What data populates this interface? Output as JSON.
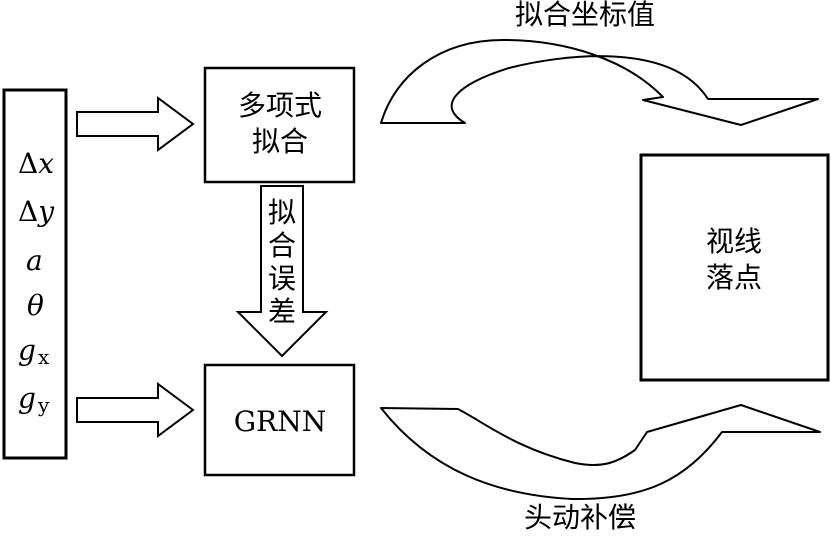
{
  "inputs": [
    {
      "base": "Δ",
      "var": "x",
      "sub": ""
    },
    {
      "base": "Δ",
      "var": "y",
      "sub": ""
    },
    {
      "base": "",
      "var": "a",
      "sub": ""
    },
    {
      "base": "",
      "var": "θ",
      "sub": ""
    },
    {
      "base": "",
      "var": "g",
      "sub": "x"
    },
    {
      "base": "",
      "var": "g",
      "sub": "y"
    }
  ],
  "boxes": {
    "poly_fit": [
      "多项式",
      "拟合"
    ],
    "grnn": "GRNN",
    "gaze_point": [
      "视线",
      "落点"
    ]
  },
  "labels": {
    "fit_error": [
      "拟",
      "合",
      "误",
      "差"
    ],
    "fit_coords": "拟合坐标值",
    "head_comp": "头动补偿"
  }
}
